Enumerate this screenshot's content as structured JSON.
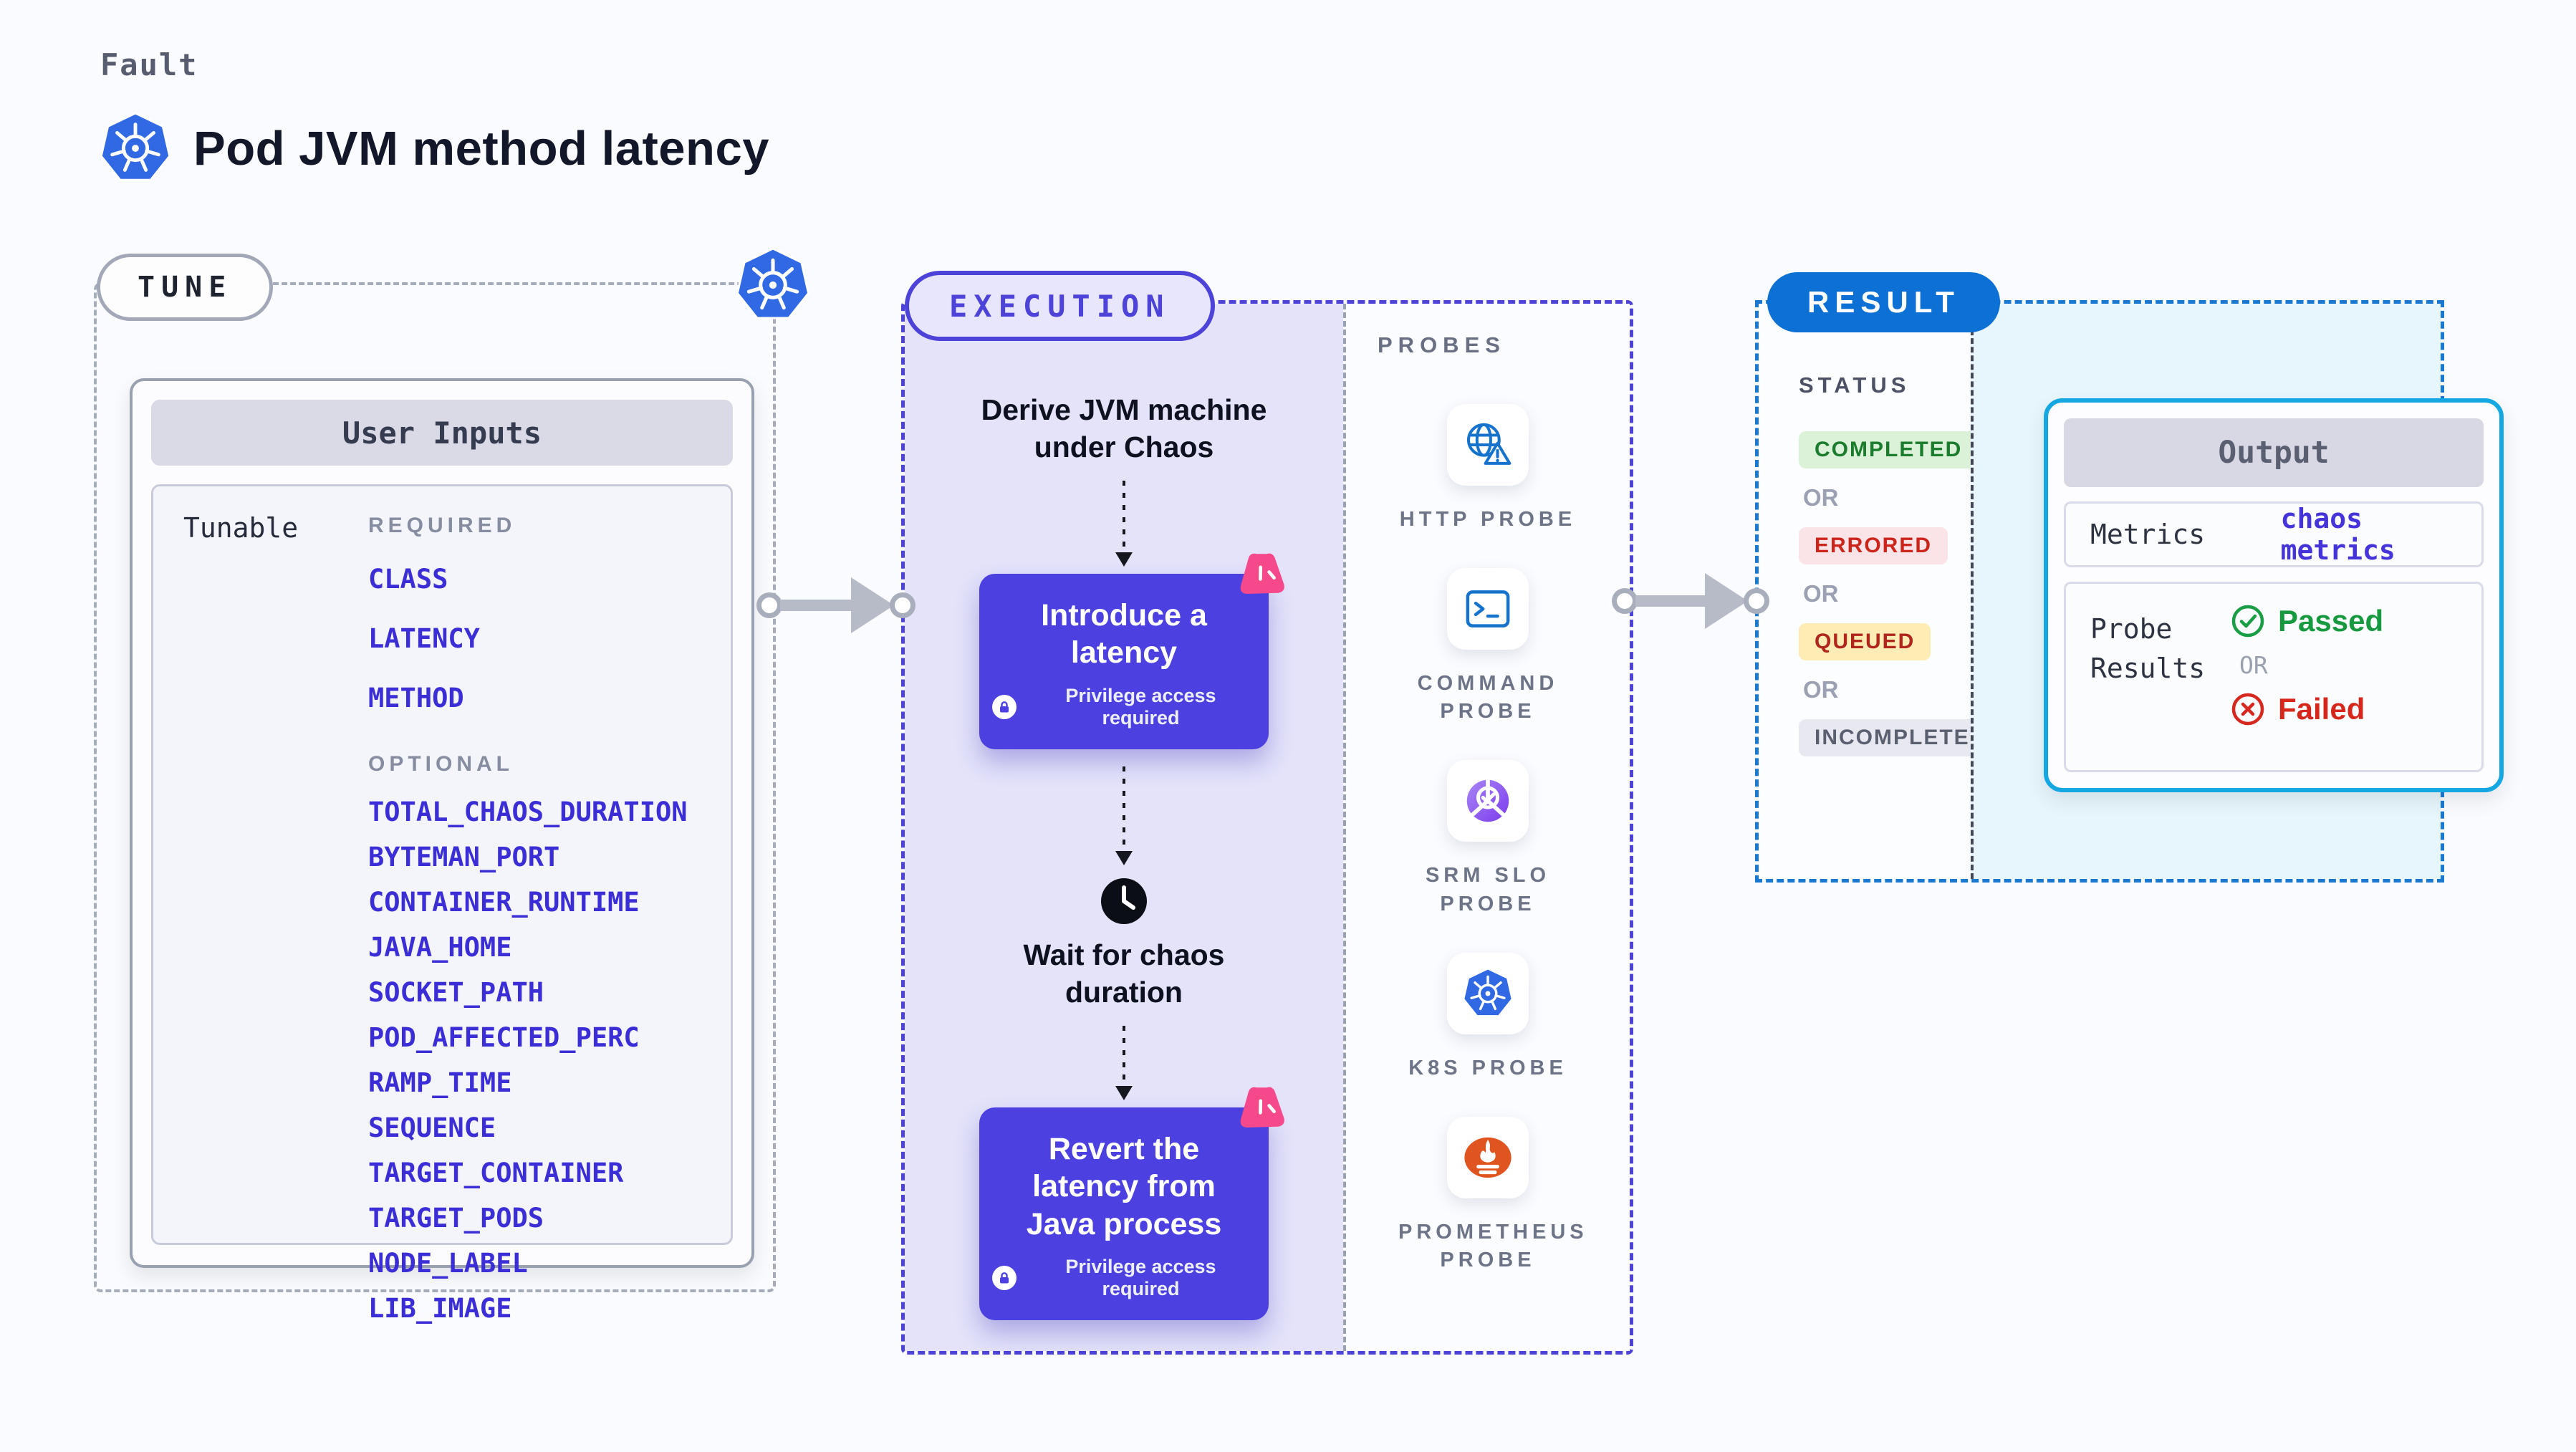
{
  "header": {
    "kicker": "Fault",
    "title": "Pod JVM method latency"
  },
  "tune": {
    "badge": "TUNE",
    "card_title": "User Inputs",
    "row_label": "Tunable",
    "required_label": "REQUIRED",
    "required_items": [
      "CLASS",
      "LATENCY",
      "METHOD"
    ],
    "optional_label": "OPTIONAL",
    "optional_items": [
      "TOTAL_CHAOS_DURATION",
      "BYTEMAN_PORT",
      "CONTAINER_RUNTIME",
      "JAVA_HOME",
      "SOCKET_PATH",
      "POD_AFFECTED_PERC",
      "RAMP_TIME",
      "SEQUENCE",
      "TARGET_CONTAINER",
      "TARGET_PODS",
      "NODE_LABEL",
      "LIB_IMAGE"
    ]
  },
  "execution": {
    "badge": "EXECUTION",
    "steps": [
      {
        "label": "Derive JVM machine under Chaos"
      },
      {
        "label": "Introduce a latency",
        "note": "Privilege access required"
      },
      {
        "label": "Wait for chaos duration"
      },
      {
        "label": "Revert the latency from Java process",
        "note": "Privilege access required"
      }
    ]
  },
  "probes": {
    "title": "PROBES",
    "items": [
      {
        "label": "HTTP PROBE",
        "icon": "globe-warning-icon"
      },
      {
        "label": "COMMAND PROBE",
        "icon": "terminal-icon"
      },
      {
        "label": "SRM SLO PROBE",
        "icon": "slo-pie-check-icon"
      },
      {
        "label": "K8S PROBE",
        "icon": "kubernetes-icon"
      },
      {
        "label": "PROMETHEUS PROBE",
        "icon": "prometheus-flame-icon"
      }
    ]
  },
  "result": {
    "badge": "RESULT",
    "status_label": "STATUS",
    "or_label": "OR",
    "statuses": [
      {
        "label": "COMPLETED",
        "fg": "#1b7c2d",
        "bg": "#dcf2d8"
      },
      {
        "label": "ERRORED",
        "fg": "#cc251b",
        "bg": "#fbe4e7"
      },
      {
        "label": "QUEUED",
        "fg": "#b0251c",
        "bg": "#fdedb4"
      },
      {
        "label": "INCOMPLETED",
        "fg": "#5b6071",
        "bg": "#e8e9f0"
      }
    ],
    "output": {
      "title": "Output",
      "metrics_label": "Metrics",
      "metrics_value": "chaos metrics",
      "probe_results_label": "Probe Results",
      "passed_label": "Passed",
      "or_label": "OR",
      "failed_label": "Failed"
    }
  },
  "colors": {
    "background": "#fafbfe",
    "tune_dash": "#a6acba",
    "execution_dash": "#4d43d8",
    "execution_fill": "#e4e3fa",
    "result_dash": "#1978d2",
    "result_fill": "#e7f6fc",
    "result_pill": "#0d70d4",
    "action_button": "#4c41e0",
    "param_link": "#3b2ed6",
    "output_border": "#15a7e2",
    "passed_green": "#17993f",
    "failed_red": "#d5271c",
    "kubernetes_blue": "#3069e3",
    "prometheus_orange": "#e0541f",
    "chaos_pink": "#f5498b"
  }
}
